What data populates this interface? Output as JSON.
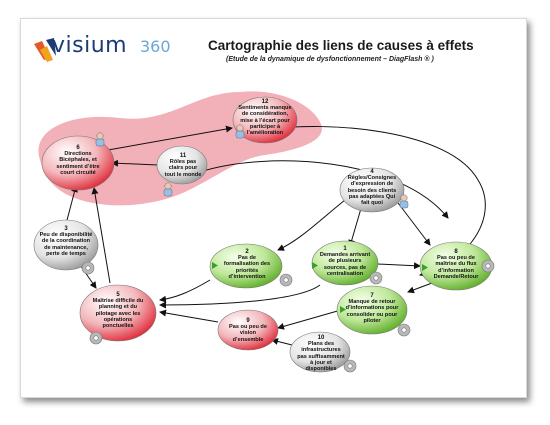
{
  "logo": {
    "brand": "visium",
    "number": "360"
  },
  "title": "Cartographie des liens de causes à effets",
  "subtitle": "(Etude de la dynamique de dysfonctionnement – DiagFlash ® )",
  "nodes": [
    {
      "id": "1",
      "text": "Demandes arrivant de plusieurs sources, pas de centralisation",
      "color": "#8fd14f"
    },
    {
      "id": "2",
      "text": "Pas de formalisation des priorités d’intervention",
      "color": "#8fd14f"
    },
    {
      "id": "3",
      "text": "Peu de disponibilité de la coordination de maintenance, perte de temps",
      "color": "#c9c9c9"
    },
    {
      "id": "4",
      "text": "Règles/Consignes d’expression de besoin des clients pas adaptées Qui fait quoi",
      "color": "#c9c9c9"
    },
    {
      "id": "5",
      "text": "Maîtrise difficile du planning et du pilotage avec les opérations ponctuelles",
      "color": "#e8505b"
    },
    {
      "id": "6",
      "text": "Directions Bicéphales, et sentiment d’être court circuité",
      "color": "#e8505b"
    },
    {
      "id": "7",
      "text": "Manque de retour d’informations pour consolider ou pour piloter",
      "color": "#8fd14f"
    },
    {
      "id": "8",
      "text": "Pas ou peu de maîtrise du flux d’information Demande/Retour",
      "color": "#8fd14f"
    },
    {
      "id": "9",
      "text": "Pas ou peu de vision d’ensemble",
      "color": "#e8505b"
    },
    {
      "id": "10",
      "text": "Plans des infrastructures pas suffisamment à jour et disponibles",
      "color": "#c9c9c9"
    },
    {
      "id": "11",
      "text": "Rôles pas clairs pour tout le monde",
      "color": "#c9c9c9"
    },
    {
      "id": "12",
      "text": "Sentiments manque de considération, mise à l’écart pour participer à l’amélioration",
      "color": "#e8505b"
    }
  ]
}
